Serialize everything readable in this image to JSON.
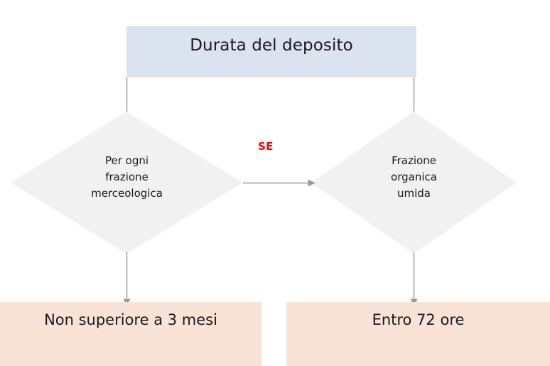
{
  "diagram": {
    "title": "Durata del deposito",
    "header": {
      "label": "Durata del deposito",
      "fill": "#dce3f0"
    },
    "decisions": [
      {
        "id": "left",
        "label": "Per ogni\nfrazione\nmerceologica",
        "fill": "#f1f1f1"
      },
      {
        "id": "right",
        "label": "Frazione\norganica\numida",
        "fill": "#f1f1f1"
      }
    ],
    "condition": {
      "label": "SE",
      "color": "#ff0000"
    },
    "results": [
      {
        "id": "left",
        "label": "Non superiore a 3 mesi",
        "fill": "#f9e3d6"
      },
      {
        "id": "right",
        "label": "Entro 72 ore",
        "fill": "#f9e3d6"
      }
    ],
    "connector_color": "#999999"
  }
}
